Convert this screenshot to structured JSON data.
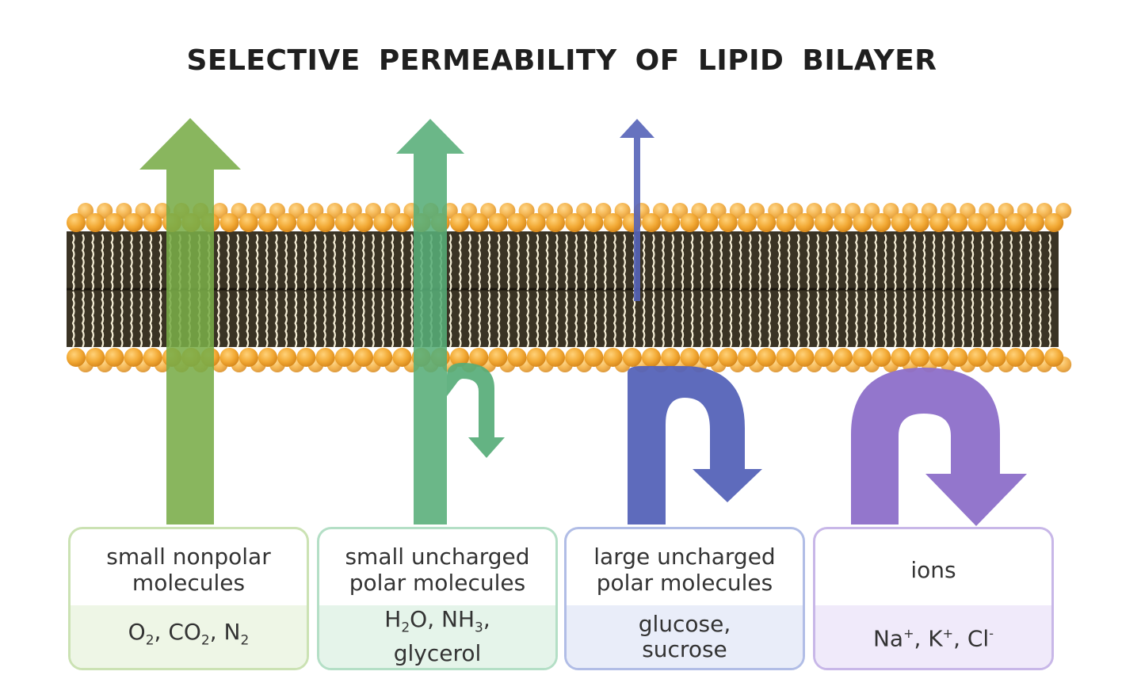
{
  "title": "SELECTIVE PERMEABILITY OF LIPID BILAYER",
  "colors": {
    "nonpolar": "#79ac48",
    "small_polar": "#57ad78",
    "large_polar": "#5563b8",
    "ions": "#8d6fc9",
    "head": "#f2a934",
    "tail_bg": "#3a3324",
    "tail": "#f5eed6"
  },
  "categories": [
    {
      "label": "small nonpolar molecules",
      "examples": "O2, CO2, N2",
      "passes": true
    },
    {
      "label": "small uncharged polar molecules",
      "examples": "H2O, NH3, glycerol",
      "passes": "partially"
    },
    {
      "label": "large uncharged polar molecules",
      "examples": "glucose, sucrose",
      "passes": "barely"
    },
    {
      "label": "ions",
      "examples": "Na+, K+, Cl-",
      "passes": false
    }
  ],
  "box_text": {
    "b1_top_line1": "small nonpolar",
    "b1_top_line2": "molecules",
    "b1_bot_a": "O",
    "b1_bot_sub1": "2",
    "b1_bot_b": ", CO",
    "b1_bot_sub2": "2",
    "b1_bot_c": ", N",
    "b1_bot_sub3": "2",
    "b2_top_line1": "small uncharged",
    "b2_top_line2": "polar molecules",
    "b2_bot_a": "H",
    "b2_bot_sub1": "2",
    "b2_bot_b": "O, NH",
    "b2_bot_sub2": "3",
    "b2_bot_c": ",",
    "b2_bot_line2": "glycerol",
    "b3_top_line1": "large uncharged",
    "b3_top_line2": "polar molecules",
    "b3_bot_line1": "glucose,",
    "b3_bot_line2": "sucrose",
    "b4_top": "ions",
    "b4_bot_a": "Na",
    "b4_sup1": "+",
    "b4_bot_b": ", K",
    "b4_sup2": "+",
    "b4_bot_c": ", Cl",
    "b4_sup3": "-"
  }
}
